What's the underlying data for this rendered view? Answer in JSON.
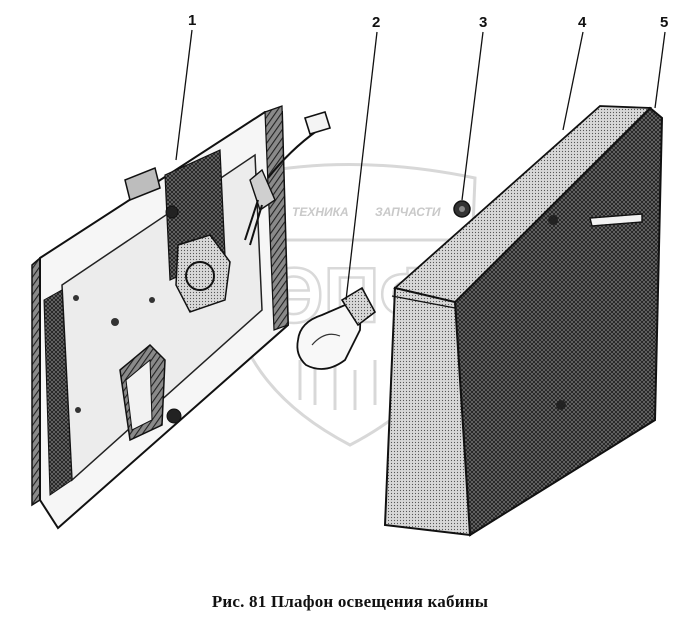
{
  "callouts": [
    "1",
    "2",
    "3",
    "4",
    "5"
  ],
  "watermark": {
    "left_word": "ТЕХНИКА",
    "right_word": "ЗАПЧАСТИ",
    "logo_text": "ЭПФ"
  },
  "caption": "Рис. 81  Плафон освещения кабины",
  "colors": {
    "ink": "#1a1a1a",
    "watermark": "#d6d6d6",
    "background": "#ffffff"
  }
}
